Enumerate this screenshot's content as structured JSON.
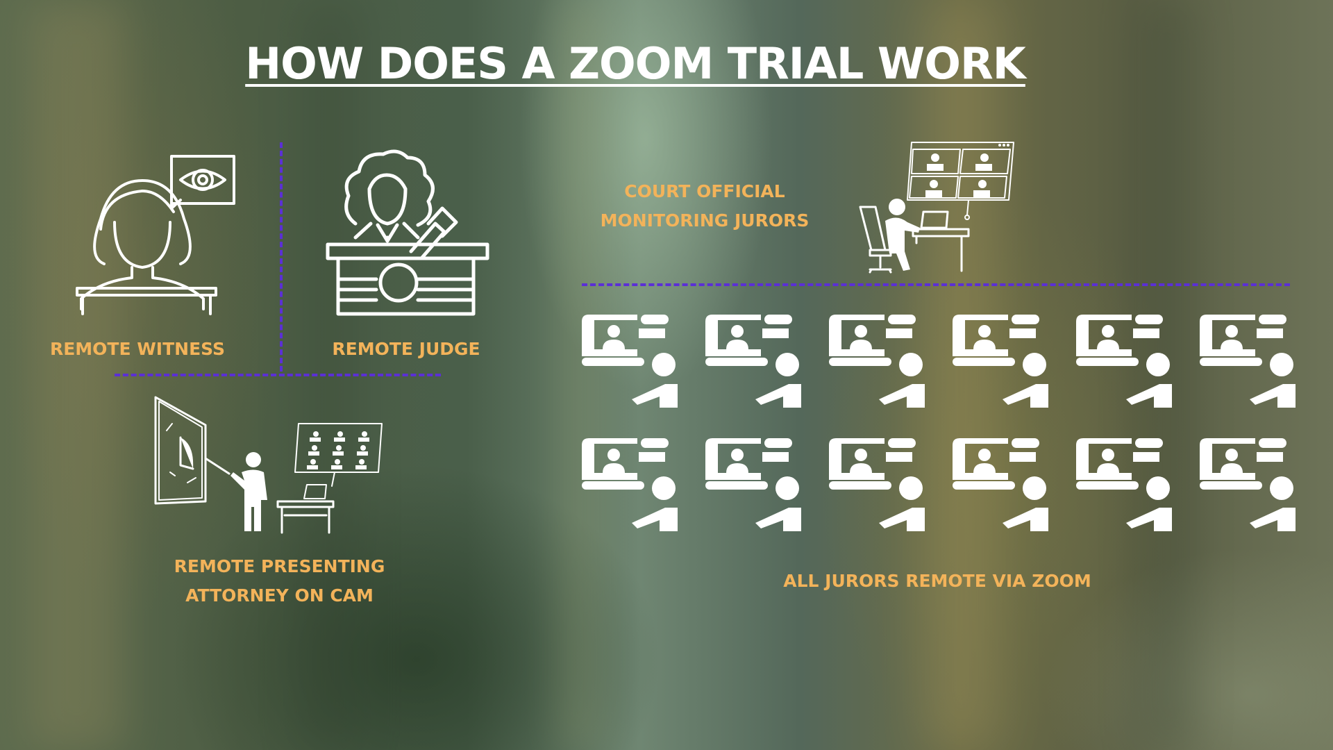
{
  "title": "HOW DOES A ZOOM TRIAL WORK",
  "labels": {
    "remote_witness": "REMOTE WITNESS",
    "remote_judge": "REMOTE JUDGE",
    "court_official": "COURT OFFICIAL\nMONITORING JURORS",
    "remote_attorney": "REMOTE PRESENTING\nATTORNEY ON CAM",
    "all_jurors": "ALL JURORS REMOTE VIA ZOOM"
  },
  "icons": {
    "witness": "witness-icon",
    "judge": "judge-icon",
    "court_official": "court-official-icon",
    "attorney": "attorney-icon",
    "juror": "juror-laptop-icon"
  },
  "jurors": {
    "rows": 2,
    "per_row": 6
  },
  "colors": {
    "label": "#f3b35a",
    "divider": "#5b2fd6",
    "icon": "#ffffff"
  }
}
